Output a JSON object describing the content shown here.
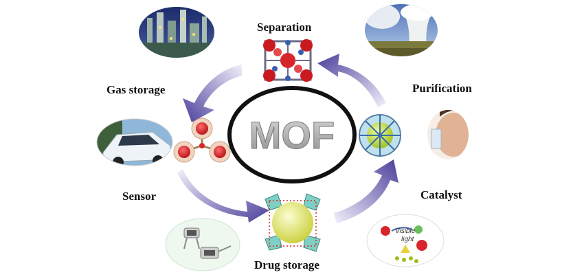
{
  "center": {
    "text": "MOF"
  },
  "labels": {
    "separation": "Separation",
    "gas_storage": "Gas storage",
    "purification": "Purification",
    "sensor": "Sensor",
    "catalyst": "Catalyst",
    "drug_storage": "Drug storage"
  },
  "catalyst_inset": {
    "line1": "Visible",
    "line2": "light"
  },
  "colors": {
    "ring": "#111111",
    "mof_text": "#aaaaaa",
    "arrow_dark": "#4a3f9a",
    "arrow_light": "#e9e6f7",
    "molecule_red": "#d8252b",
    "framework_teal": "#7fd0c4",
    "sphere_yellow": "#e8ee6c"
  }
}
